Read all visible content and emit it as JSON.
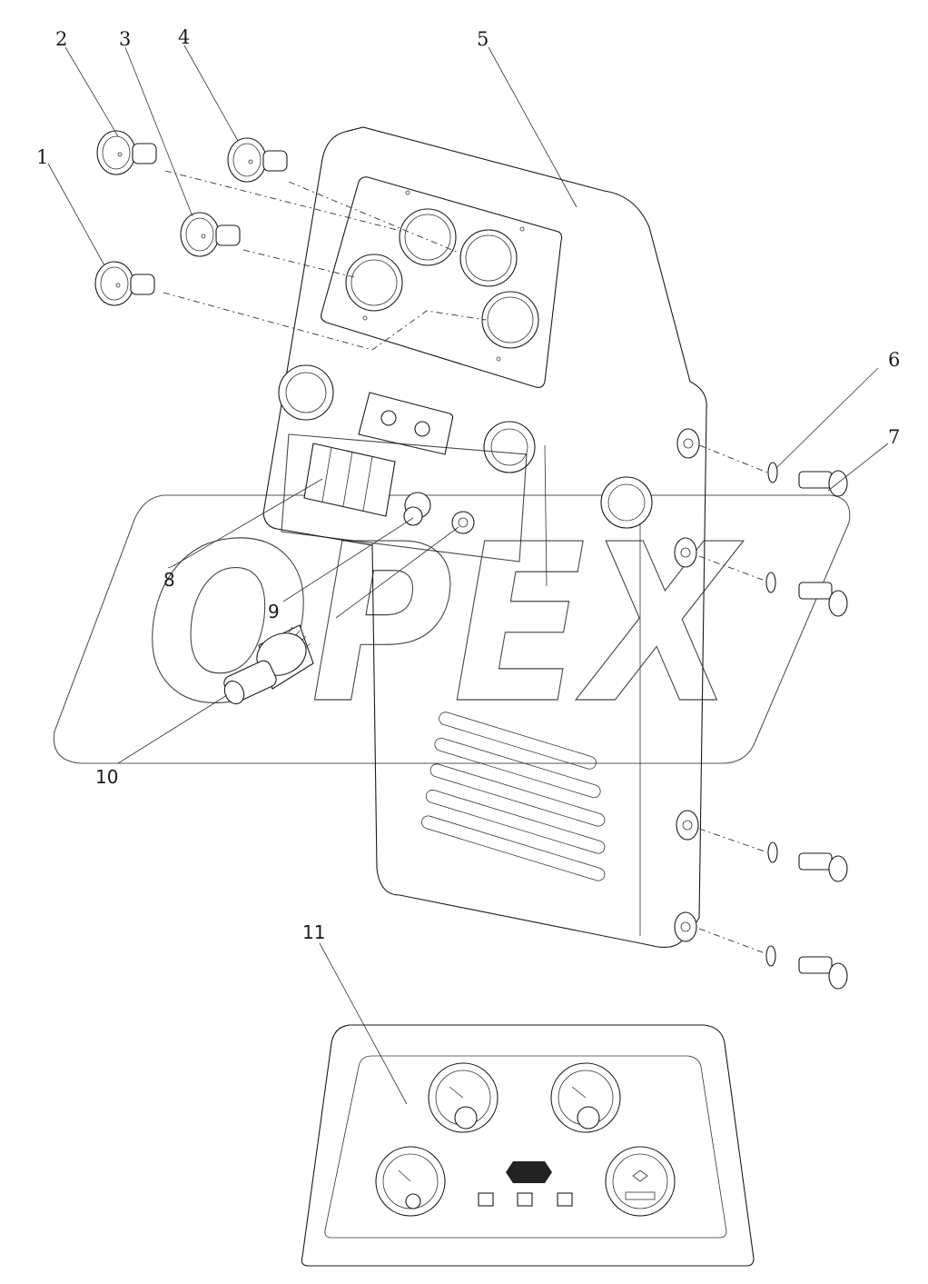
{
  "diagram": {
    "callouts": [
      {
        "id": "1",
        "label": "1"
      },
      {
        "id": "2",
        "label": "2"
      },
      {
        "id": "3",
        "label": "3"
      },
      {
        "id": "4",
        "label": "4"
      },
      {
        "id": "5",
        "label": "5"
      },
      {
        "id": "6",
        "label": "6"
      },
      {
        "id": "7",
        "label": "7"
      },
      {
        "id": "8",
        "label": "8"
      },
      {
        "id": "9",
        "label": "9"
      },
      {
        "id": "10",
        "label": "10"
      },
      {
        "id": "11",
        "label": "11"
      }
    ],
    "watermark": "OPEX",
    "icons": [
      "gauge-icon",
      "bolt-icon",
      "washer-icon",
      "rocker-switch-icon",
      "ignition-switch-icon",
      "indicator-lamp-icon",
      "logo-icon"
    ]
  }
}
